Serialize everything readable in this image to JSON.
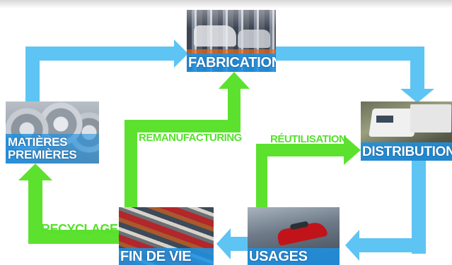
{
  "colors": {
    "blue_flow": "#5ec4f4",
    "green_flow": "#5ce22e",
    "label_blue": "#1a8fdc"
  },
  "nodes": {
    "fabrication": {
      "label": "FABRICATION",
      "icon": "factory-assembly-photo"
    },
    "distribution": {
      "label": "DISTRIBUTION",
      "icon": "truck-photo"
    },
    "usages": {
      "label": "USAGES",
      "icon": "sports-car-photo"
    },
    "fin_de_vie": {
      "label": "FIN DE VIE",
      "icon": "scrapped-cars-photo"
    },
    "matieres_premieres": {
      "line1": "MATIÈRES",
      "line2": "PREMIÈRES",
      "icon": "steel-coils-photo"
    }
  },
  "flows": {
    "remanufacturing": "REMANUFACTURING",
    "reutilisation": "RÉUTILISATION",
    "recyclage": "RECYCLAGE"
  }
}
